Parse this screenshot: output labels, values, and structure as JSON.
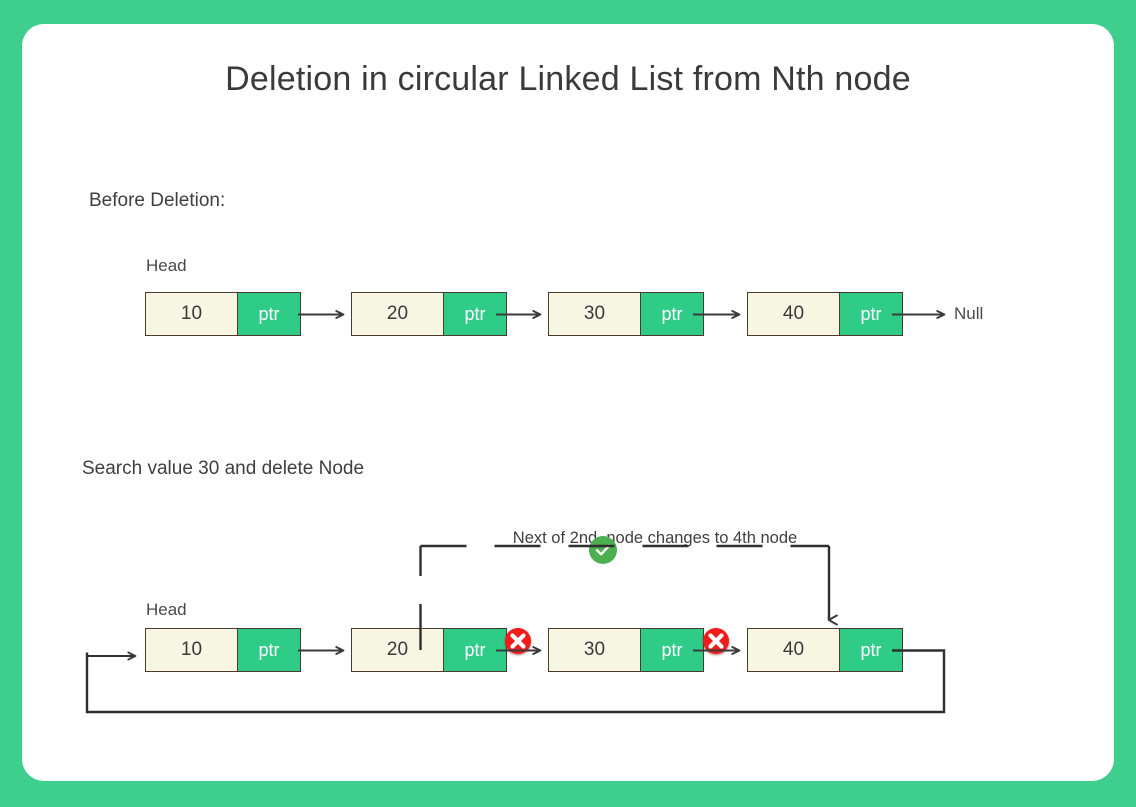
{
  "page": {
    "title": "Deletion in circular Linked List from Nth node",
    "background_color": "#3ECE8D",
    "card_color": "#ffffff"
  },
  "colors": {
    "accent_green": "#3ECE8D",
    "node_ptr_green": "#2ECC87",
    "node_value_cream": "#F6F6E3",
    "node_border": "#4b3b2b",
    "arrow": "#3b3b3b",
    "error_red": "#F01C1C",
    "check_green": "#4CAF50"
  },
  "before_section": {
    "label": "Before Deletion:",
    "head_label": "Head",
    "terminator": "Null",
    "nodes": [
      {
        "value": "10",
        "ptr": "ptr"
      },
      {
        "value": "20",
        "ptr": "ptr"
      },
      {
        "value": "30",
        "ptr": "ptr"
      },
      {
        "value": "40",
        "ptr": "ptr"
      }
    ]
  },
  "after_section": {
    "label": "Search value 30 and delete Node",
    "head_label": "Head",
    "annotation": "Next of 2nd  node changes to 4th node",
    "nodes": [
      {
        "value": "10",
        "ptr": "ptr"
      },
      {
        "value": "20",
        "ptr": "ptr"
      },
      {
        "value": "30",
        "ptr": "ptr"
      },
      {
        "value": "40",
        "ptr": "ptr"
      }
    ],
    "markers": [
      {
        "icon": "error-x-icon",
        "after_node": "20"
      },
      {
        "icon": "error-x-icon",
        "after_node": "30"
      },
      {
        "icon": "check-circle-icon",
        "on": "annotation-line"
      }
    ]
  }
}
